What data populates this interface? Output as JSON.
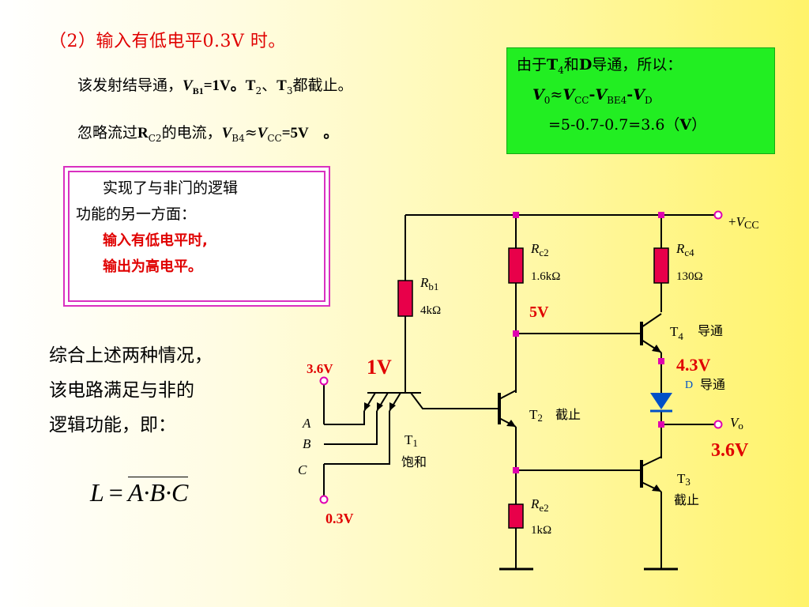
{
  "heading": "（2）输入有低电平0.3V 时。",
  "line1": {
    "a": "该发射结导通，",
    "v": "V",
    "v_sub": "B1",
    "b": "=1V。",
    "t2": "T",
    "t2_sub": "2",
    "c": "、",
    "t3": "T",
    "t3_sub": "3",
    "d": "都截止。"
  },
  "line2": {
    "a": "忽略流过",
    "r": "R",
    "r_sub": "C2",
    "b": "的电流，",
    "v": "V",
    "v_sub": "B4",
    "c": "≈",
    "vcc": "V",
    "vcc_sub": "CC",
    "d": "=5V　。"
  },
  "green_box": {
    "l1a": "由于",
    "l1t": "T",
    "l1t_sub": "4",
    "l1b": "和",
    "l1d": "D",
    "l1c": "导通，所以：",
    "l2v0": "V",
    "l2v0_sub": "0",
    "l2approx": "≈",
    "l2vcc": "V",
    "l2vcc_sub": "CC",
    "l2minus1": "-",
    "l2vbe": "V",
    "l2vbe_sub": "BE4",
    "l2minus2": "-",
    "l2vd": "V",
    "l2vd_sub": "D",
    "l3": "=5-0.7-0.7=3.6（",
    "l3unit": "V",
    "l3end": "）"
  },
  "pink_box": {
    "line1": "实现了与非门的逻辑",
    "line2": "功能的另一方面：",
    "line3": "输入有低电平时,",
    "line4": "输出为高电平。"
  },
  "summary": {
    "line1": "综合上述两种情况，",
    "line2": "该电路满足与非的",
    "line3": "逻辑功能，即："
  },
  "formula": {
    "lhs": "L",
    "eq": "=",
    "rhs": "A·B·C"
  },
  "circuit": {
    "vcc_plus": "+",
    "vcc_v": "V",
    "vcc_sub": "CC",
    "rb1": "R",
    "rb1_sub": "b1",
    "rb1_val": "4kΩ",
    "rc2": "R",
    "rc2_sub": "c2",
    "rc2_val": "1.6kΩ",
    "rc4": "R",
    "rc4_sub": "c4",
    "rc4_val": "130Ω",
    "re2": "R",
    "re2_sub": "e2",
    "re2_val": "1kΩ",
    "v_5": "5V",
    "v_1": "1V",
    "v_in_high": "3.6V",
    "v_in_low": "0.3V",
    "v_43": "4.3V",
    "v_out": "3.6V",
    "t1": "T",
    "t1_sub": "1",
    "t1_state": "饱和",
    "t2": "T",
    "t2_sub": "2",
    "t2_state": "截止",
    "t3": "T",
    "t3_sub": "3",
    "t3_state": "截止",
    "t4": "T",
    "t4_sub": "4",
    "t4_state": "导通",
    "d": "D",
    "d_state": "导通",
    "vo": "V",
    "vo_sub": "o",
    "in_a": "A",
    "in_b": "B",
    "in_c": "C"
  },
  "colors": {
    "red": "#e00000",
    "green_box": "#22ee22",
    "pink_border": "#d930c0",
    "resistor": "#e8004a",
    "wire": "#000000",
    "diode": "#0050c8",
    "junction": "#e000b0"
  }
}
